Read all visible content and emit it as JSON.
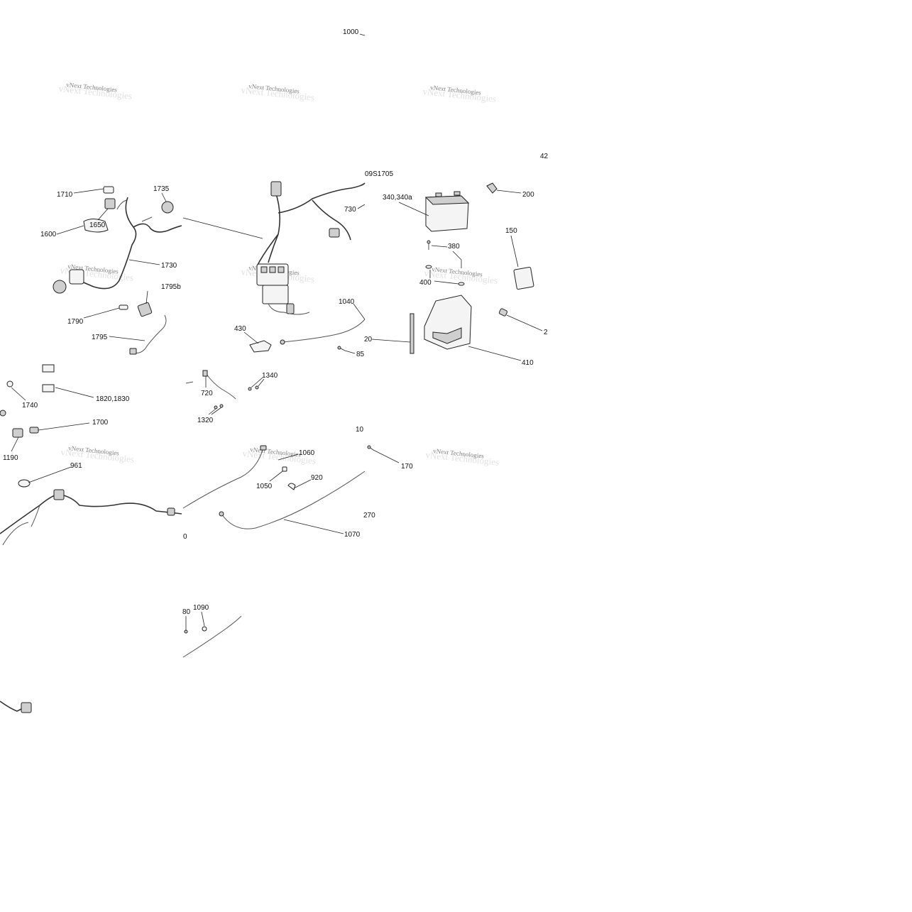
{
  "diagram": {
    "callouts": [
      {
        "id": "c1000",
        "text": "1000"
      },
      {
        "id": "c42",
        "text": "42"
      },
      {
        "id": "c09s",
        "text": "09S1705"
      },
      {
        "id": "c1710",
        "text": "1710"
      },
      {
        "id": "c1735",
        "text": "1735"
      },
      {
        "id": "c1650",
        "text": "1650"
      },
      {
        "id": "c1600",
        "text": "1600"
      },
      {
        "id": "c1730",
        "text": "1730"
      },
      {
        "id": "c1795b",
        "text": "1795b"
      },
      {
        "id": "c1790",
        "text": "1790"
      },
      {
        "id": "c1795",
        "text": "1795"
      },
      {
        "id": "c730",
        "text": "730"
      },
      {
        "id": "c340",
        "text": "340,340a"
      },
      {
        "id": "c200",
        "text": "200"
      },
      {
        "id": "c150",
        "text": "150"
      },
      {
        "id": "c380",
        "text": "380"
      },
      {
        "id": "c400",
        "text": "400"
      },
      {
        "id": "c1040",
        "text": "1040"
      },
      {
        "id": "c430",
        "text": "430"
      },
      {
        "id": "c20",
        "text": "20"
      },
      {
        "id": "c85",
        "text": "85"
      },
      {
        "id": "c2",
        "text": "2"
      },
      {
        "id": "c410",
        "text": "410"
      },
      {
        "id": "c1740",
        "text": "1740"
      },
      {
        "id": "c1820",
        "text": "1820,1830"
      },
      {
        "id": "c720",
        "text": "720"
      },
      {
        "id": "c1340",
        "text": "1340"
      },
      {
        "id": "c1320",
        "text": "1320"
      },
      {
        "id": "c1700",
        "text": "1700"
      },
      {
        "id": "c1190",
        "text": "1190"
      },
      {
        "id": "c961",
        "text": "961"
      },
      {
        "id": "c10x",
        "text": "10"
      },
      {
        "id": "c1060",
        "text": "1060"
      },
      {
        "id": "c170",
        "text": "170"
      },
      {
        "id": "c1050",
        "text": "1050"
      },
      {
        "id": "c920",
        "text": "920"
      },
      {
        "id": "c270",
        "text": "270"
      },
      {
        "id": "c1070",
        "text": "1070"
      },
      {
        "id": "c0",
        "text": "0"
      },
      {
        "id": "c80",
        "text": "80"
      },
      {
        "id": "c1090",
        "text": "1090"
      }
    ],
    "watermark_text": "vNext Technologies"
  }
}
